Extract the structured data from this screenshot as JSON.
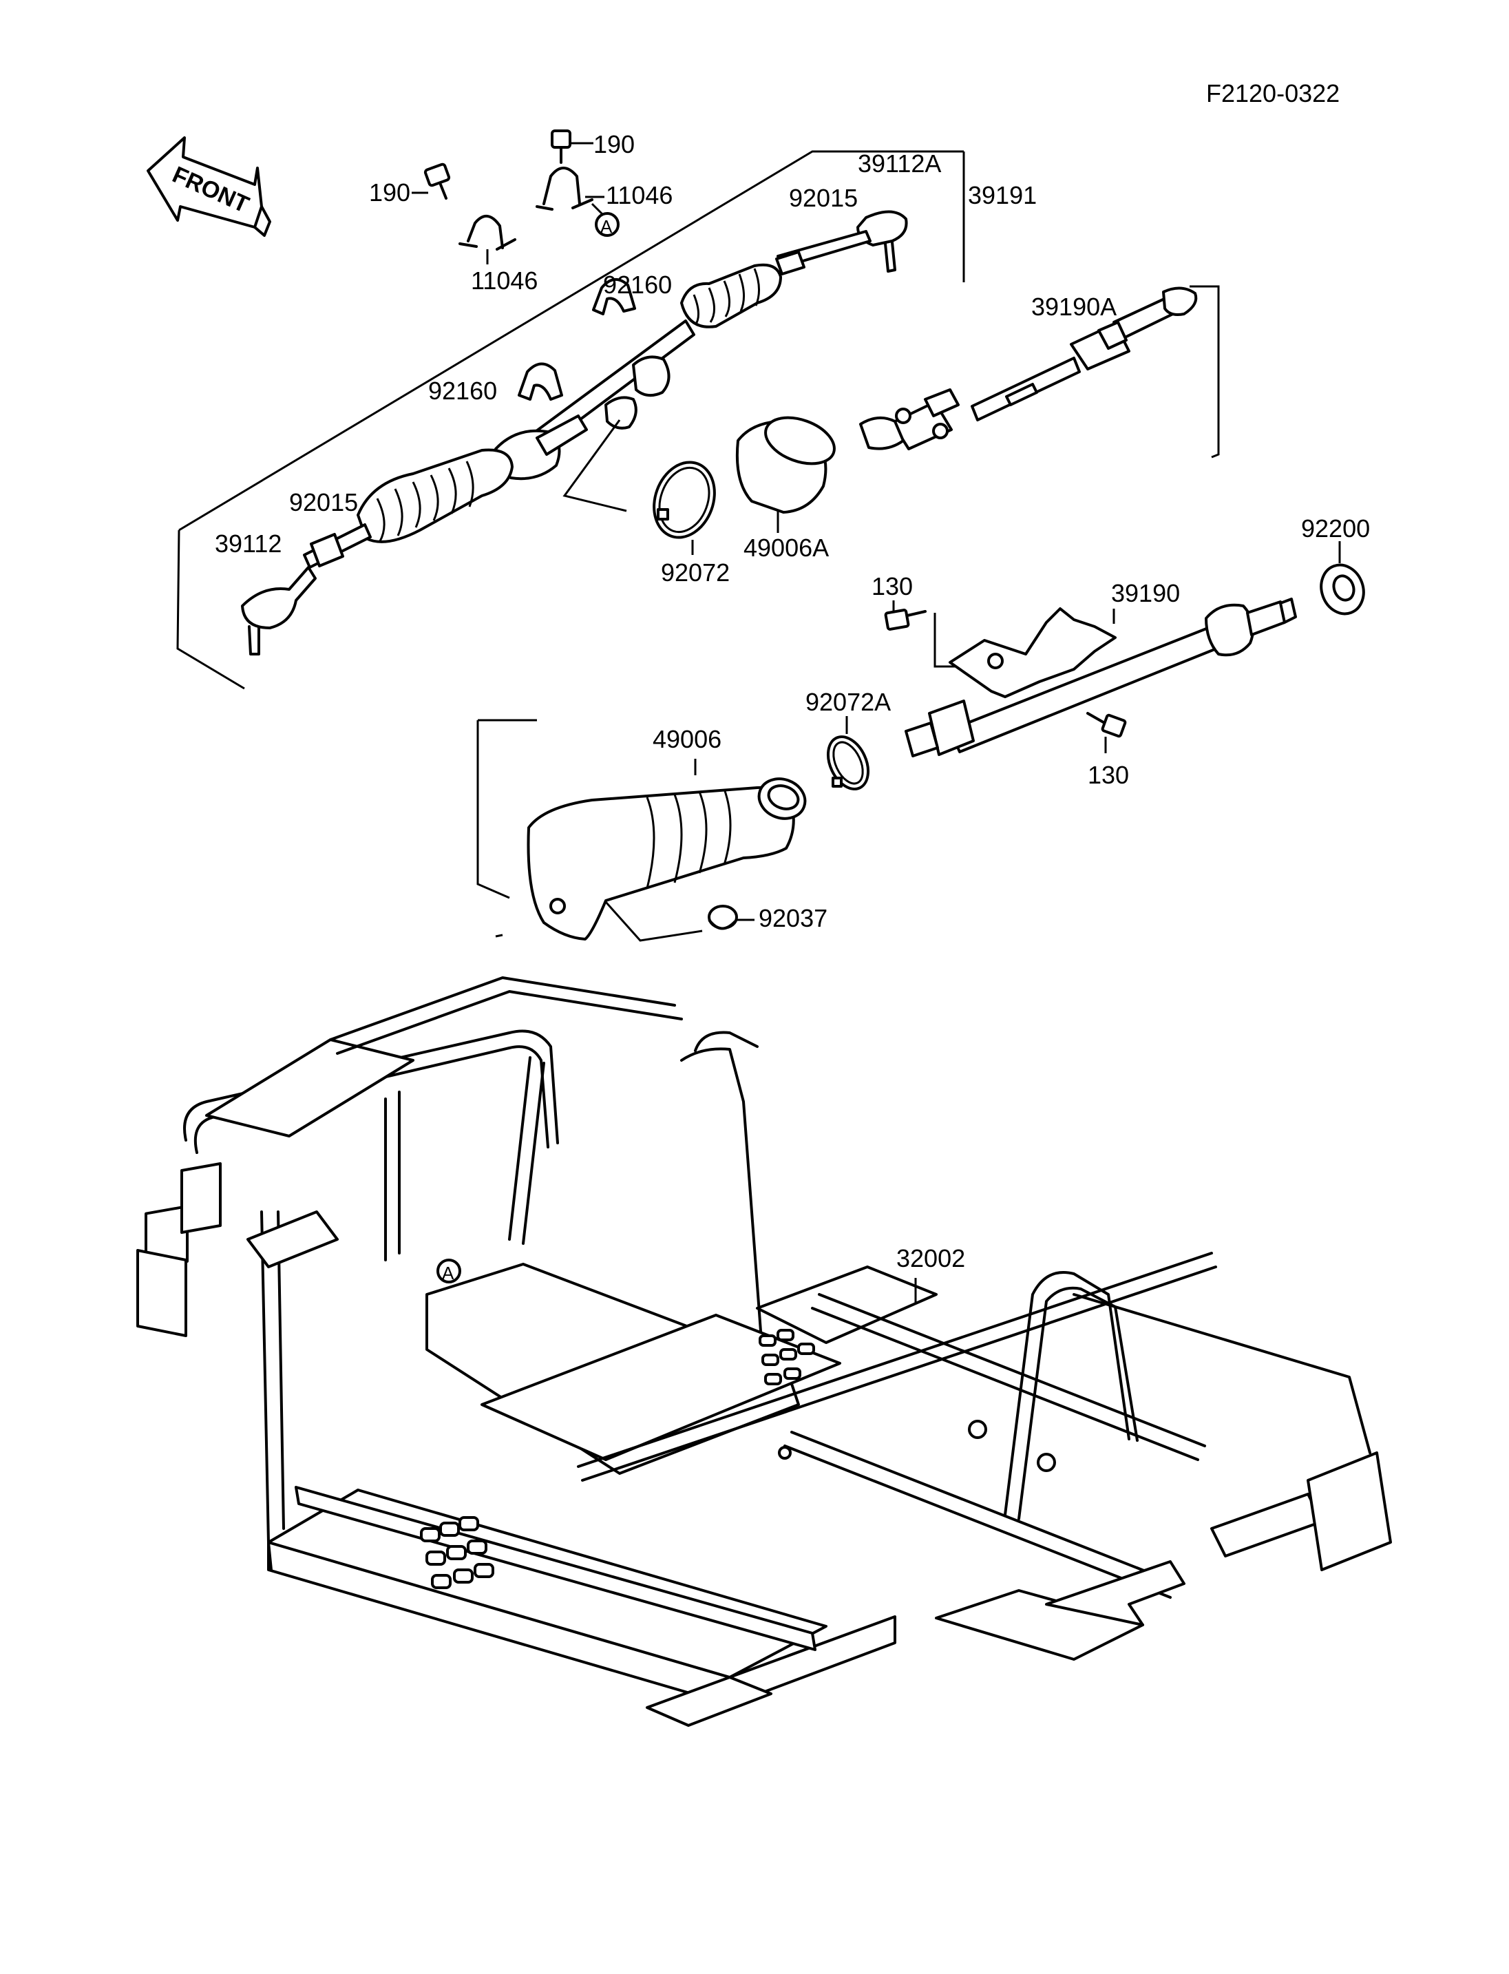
{
  "diagram_code": "F2120-0322",
  "front_arrow_label": "FRONT",
  "callout_ref": "A",
  "parts": {
    "bolt_190_upper": "190",
    "bolt_190_left": "190",
    "bracket_11046_right": "11046",
    "bracket_11046_left": "11046",
    "tie_rod_end_39112A": "39112A",
    "steering_rack_39191": "39191",
    "tie_rod_92015_right": "92015",
    "bushing_92160_upper": "92160",
    "bushing_92160_lower": "92160",
    "joint_39190A": "39190A",
    "tie_rod_92015_left": "92015",
    "tie_rod_end_39112": "39112",
    "clamp_92072": "92072",
    "boot_49006A": "49006A",
    "washer_92200": "92200",
    "bolt_130_upper": "130",
    "steering_shaft_39190": "39190",
    "clamp_92072A": "92072A",
    "bolt_130_lower": "130",
    "boot_49006": "49006",
    "plug_92037": "92037",
    "frame_32002": "32002"
  }
}
